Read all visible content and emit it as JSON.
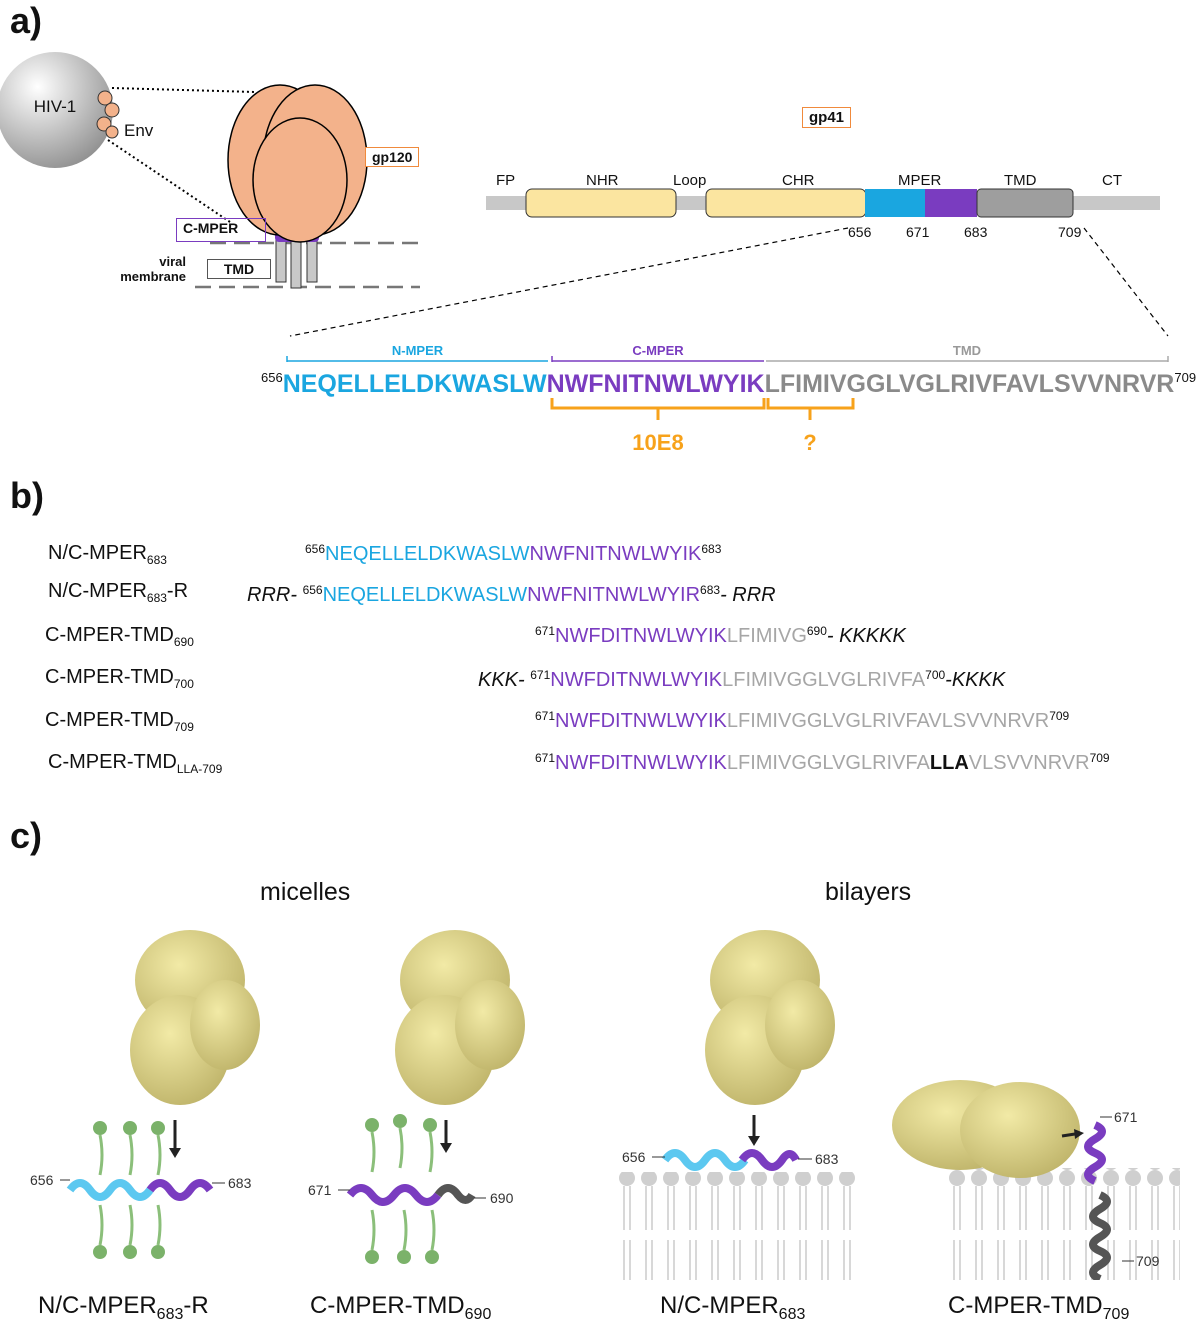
{
  "panels": {
    "a": "a)",
    "b": "b)",
    "c": "c)"
  },
  "panel_a": {
    "virus": "HIV-1",
    "env": "Env",
    "gp120": "gp120",
    "cmper_box": "C-MPER",
    "tmd_box": "TMD",
    "viral": "viral",
    "membrane": "membrane",
    "gp41": "gp41",
    "domains": [
      "FP",
      "NHR",
      "Loop",
      "CHR",
      "MPER",
      "TMD",
      "CT"
    ],
    "positions": [
      "656",
      "671",
      "683",
      "709"
    ],
    "region_labels": {
      "n": "N-MPER",
      "c": "C-MPER",
      "t": "TMD"
    },
    "seq": {
      "start": "656",
      "n": "NEQELLELDKWASLW",
      "c": "NWFNITNWLWYIK",
      "t": "LFIMIVGGLVGLRIVFAVLSVVNRVR",
      "end": "709"
    },
    "epitope": "10E8",
    "unknown": "?",
    "colors": {
      "nmper": "#1aa6e0",
      "cmper": "#7a3cc0",
      "tmd": "#8a8a8a",
      "gp120": "#f3b28b",
      "bar": "#fbe5a0",
      "epitope": "#f7a21b"
    }
  },
  "panel_b": {
    "rows": [
      {
        "name": "N/C-MPER",
        "sub": "683",
        "suffix": "",
        "pre": "",
        "sup1": "656",
        "blue": "NEQELLELDKWASLW",
        "purple": "NWFNITNWLWYIK",
        "grey": "",
        "bold": "",
        "grey2": "",
        "sup2": "683",
        "post": ""
      },
      {
        "name": "N/C-MPER",
        "sub": "683",
        "suffix": "-R",
        "pre": "RRR-",
        "sup1": "656",
        "blue": "NEQELLELDKWASLW",
        "purple": "NWFNITNWLWYIR",
        "grey": "",
        "bold": "",
        "grey2": "",
        "sup2": "683",
        "post": "- RRR"
      },
      {
        "name": "C-MPER-TMD",
        "sub": "690",
        "suffix": "",
        "pre": "",
        "sup1": "671",
        "blue": "",
        "purple": "NWFDITNWLWYIK",
        "grey": "LFIMIVG",
        "bold": "",
        "grey2": "",
        "sup2": "690",
        "post": "- KKKKK"
      },
      {
        "name": "C-MPER-TMD",
        "sub": "700",
        "suffix": "",
        "pre": "KKK-",
        "sup1": "671",
        "blue": "",
        "purple": "NWFDITNWLWYIK",
        "grey": "LFIMIVGGLVGLRIVFA",
        "bold": "",
        "grey2": "",
        "sup2": "700",
        "post": "-KKKK"
      },
      {
        "name": "C-MPER-TMD",
        "sub": "709",
        "suffix": "",
        "pre": "",
        "sup1": "671",
        "blue": "",
        "purple": "NWFDITNWLWYIK",
        "grey": "LFIMIVGGLVGLRIVFAVLSVVNRVR",
        "bold": "",
        "grey2": "",
        "sup2": "709",
        "post": ""
      },
      {
        "name": "C-MPER-TMD",
        "sub": "LLA-709",
        "suffix": "",
        "pre": "",
        "sup1": "671",
        "blue": "",
        "purple": "NWFDITNWLWYIK",
        "grey": "LFIMIVGGLVGLRIVFA",
        "bold": "LLA",
        "grey2": "VLSVVNRVR",
        "sup2": "709",
        "post": ""
      }
    ]
  },
  "panel_c": {
    "micelles": "micelles",
    "bilayers": "bilayers",
    "captions": [
      {
        "name": "N/C-MPER",
        "sub": "683",
        "suffix": "-R"
      },
      {
        "name": "C-MPER-TMD",
        "sub": "690",
        "suffix": ""
      },
      {
        "name": "N/C-MPER",
        "sub": "683",
        "suffix": ""
      },
      {
        "name": "C-MPER-TMD",
        "sub": "709",
        "suffix": ""
      }
    ],
    "ticks": [
      "656",
      "683",
      "671",
      "690",
      "656",
      "683",
      "671",
      "709"
    ]
  }
}
